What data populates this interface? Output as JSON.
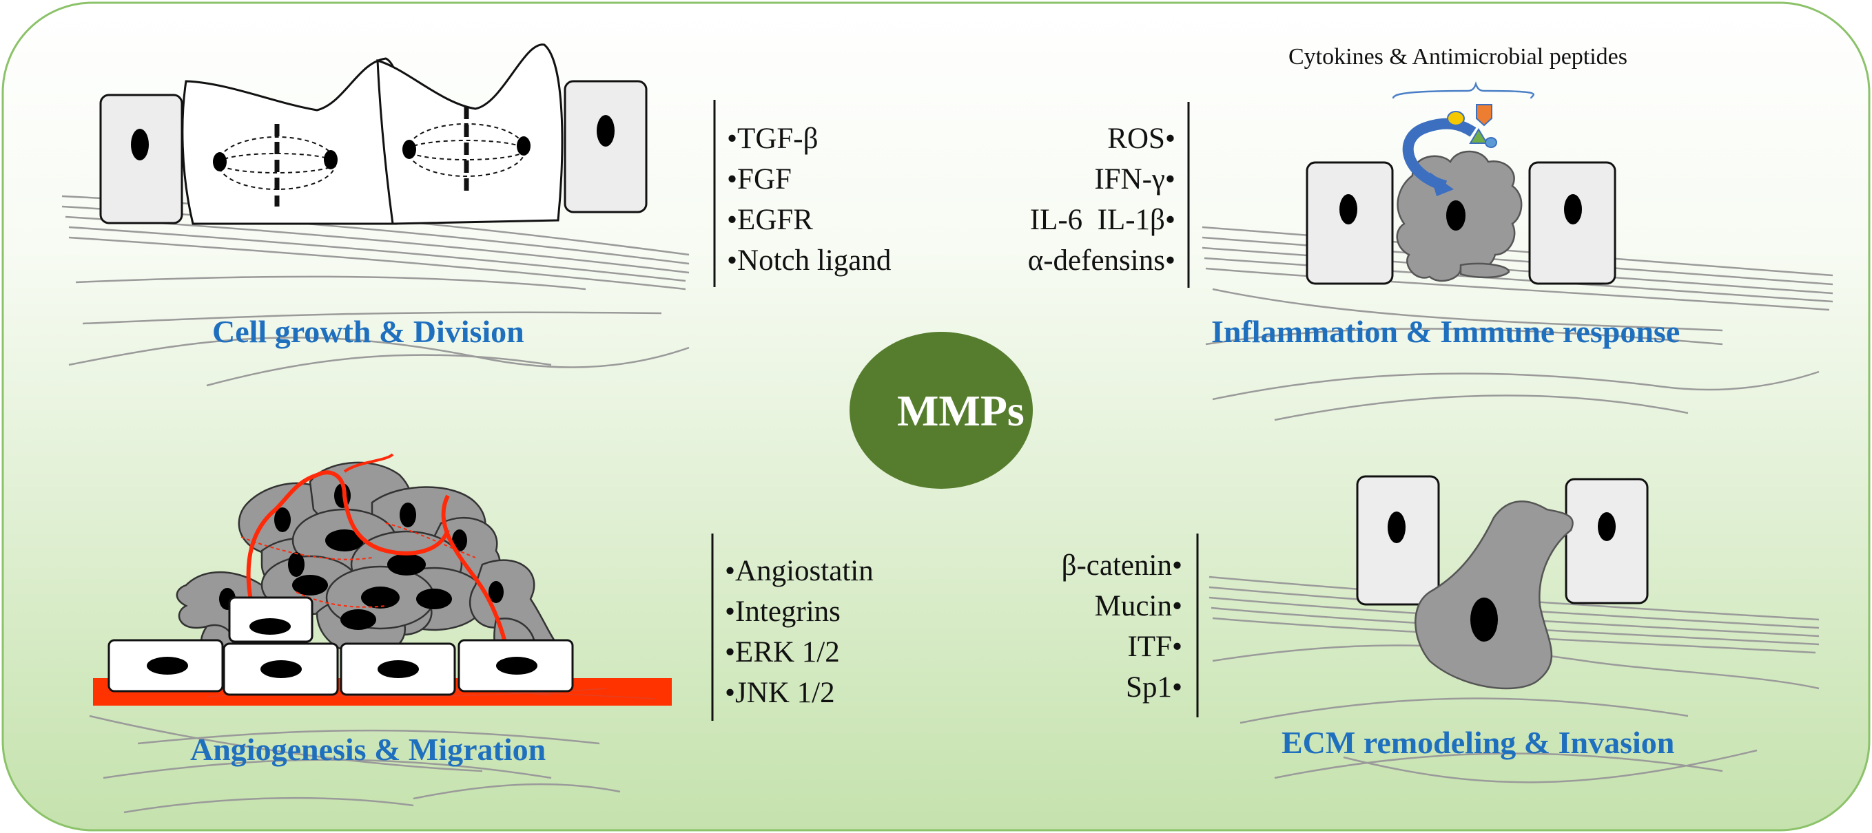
{
  "center": {
    "label": "MMPs"
  },
  "panels": {
    "cell_growth": {
      "title": "Cell growth & Division",
      "factors": [
        "•TGF-β",
        "•FGF",
        "•EGFR",
        "•Notch ligand"
      ]
    },
    "inflammation": {
      "title": "Inflammation & Immune response",
      "annotation": "Cytokines & Antimicrobial peptides",
      "factors": [
        "ROS•",
        "IFN-γ•",
        "IL-6  IL-1β•",
        "α-defensins•"
      ]
    },
    "angiogenesis": {
      "title": "Angiogenesis & Migration",
      "factors": [
        "•Angiostatin",
        "•Integrins",
        "•ERK 1/2",
        "•JNK 1/2"
      ]
    },
    "ecm": {
      "title": "ECM remodeling & Invasion",
      "factors": [
        "β-catenin•",
        "Mucin•",
        "ITF•",
        "Sp1•"
      ]
    }
  },
  "colors": {
    "center_fill": "#567d2e",
    "title_blue": "#1f6fbf",
    "frame_green": "#8cc26a",
    "bg_top": "#ffffff",
    "bg_bottom": "#c7e3b0",
    "cell_gray": "#9a9a9a",
    "vessel_red": "#ff2a0a",
    "arrow_blue": "#3c6fc0"
  }
}
